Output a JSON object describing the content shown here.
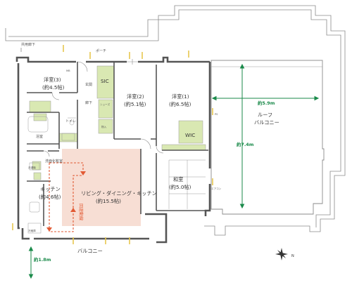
{
  "colors": {
    "wall": "#555555",
    "thin": "#8a8a8a",
    "ldk_fill": "#f7ded4",
    "storage_fill": "#d9e8b2",
    "dim_green": "#1a8a4a",
    "route_orange": "#e25a34",
    "window_yellow": "#e7c64f"
  },
  "labels": {
    "corridor": "共用廊下",
    "porch": "ポーチ",
    "genkan": "玄関",
    "sic": "SIC",
    "rouka": "廊下",
    "toilet": "トイレ",
    "bath": "浴室",
    "washroom": "洗面化粧室",
    "youshitsu3": "洋室(3)",
    "youshitsu3_area": "(約4.5帖)",
    "youshitsu2": "洋室(2)",
    "youshitsu2_area": "(約5.1帖)",
    "youshitsu1": "洋室(1)",
    "youshitsu1_area": "(約6.5帖)",
    "wic": "WIC",
    "washitsu": "和室",
    "washitsu_area": "(約5.0帖)",
    "kitchen": "キッチン",
    "kitchen_area": "(約4.6帖)",
    "ldk": "リビング・ダイニング・キッチン",
    "ldk_area": "(約15.5帖)",
    "route": "回遊動線",
    "balcony": "バルコニー",
    "roof_balcony_1": "ルーフ",
    "roof_balcony_2": "バルコニー",
    "dim_width": "約5.9m",
    "dim_depth": "約7.4m",
    "dim_balcony": "約1.8m",
    "north": "N",
    "mb": "MB",
    "ps": "PS",
    "storage": "物入",
    "shoes": "シューズ",
    "fridge": "冷蔵庫",
    "washer": "洗濯機",
    "ac": "エアコン"
  }
}
